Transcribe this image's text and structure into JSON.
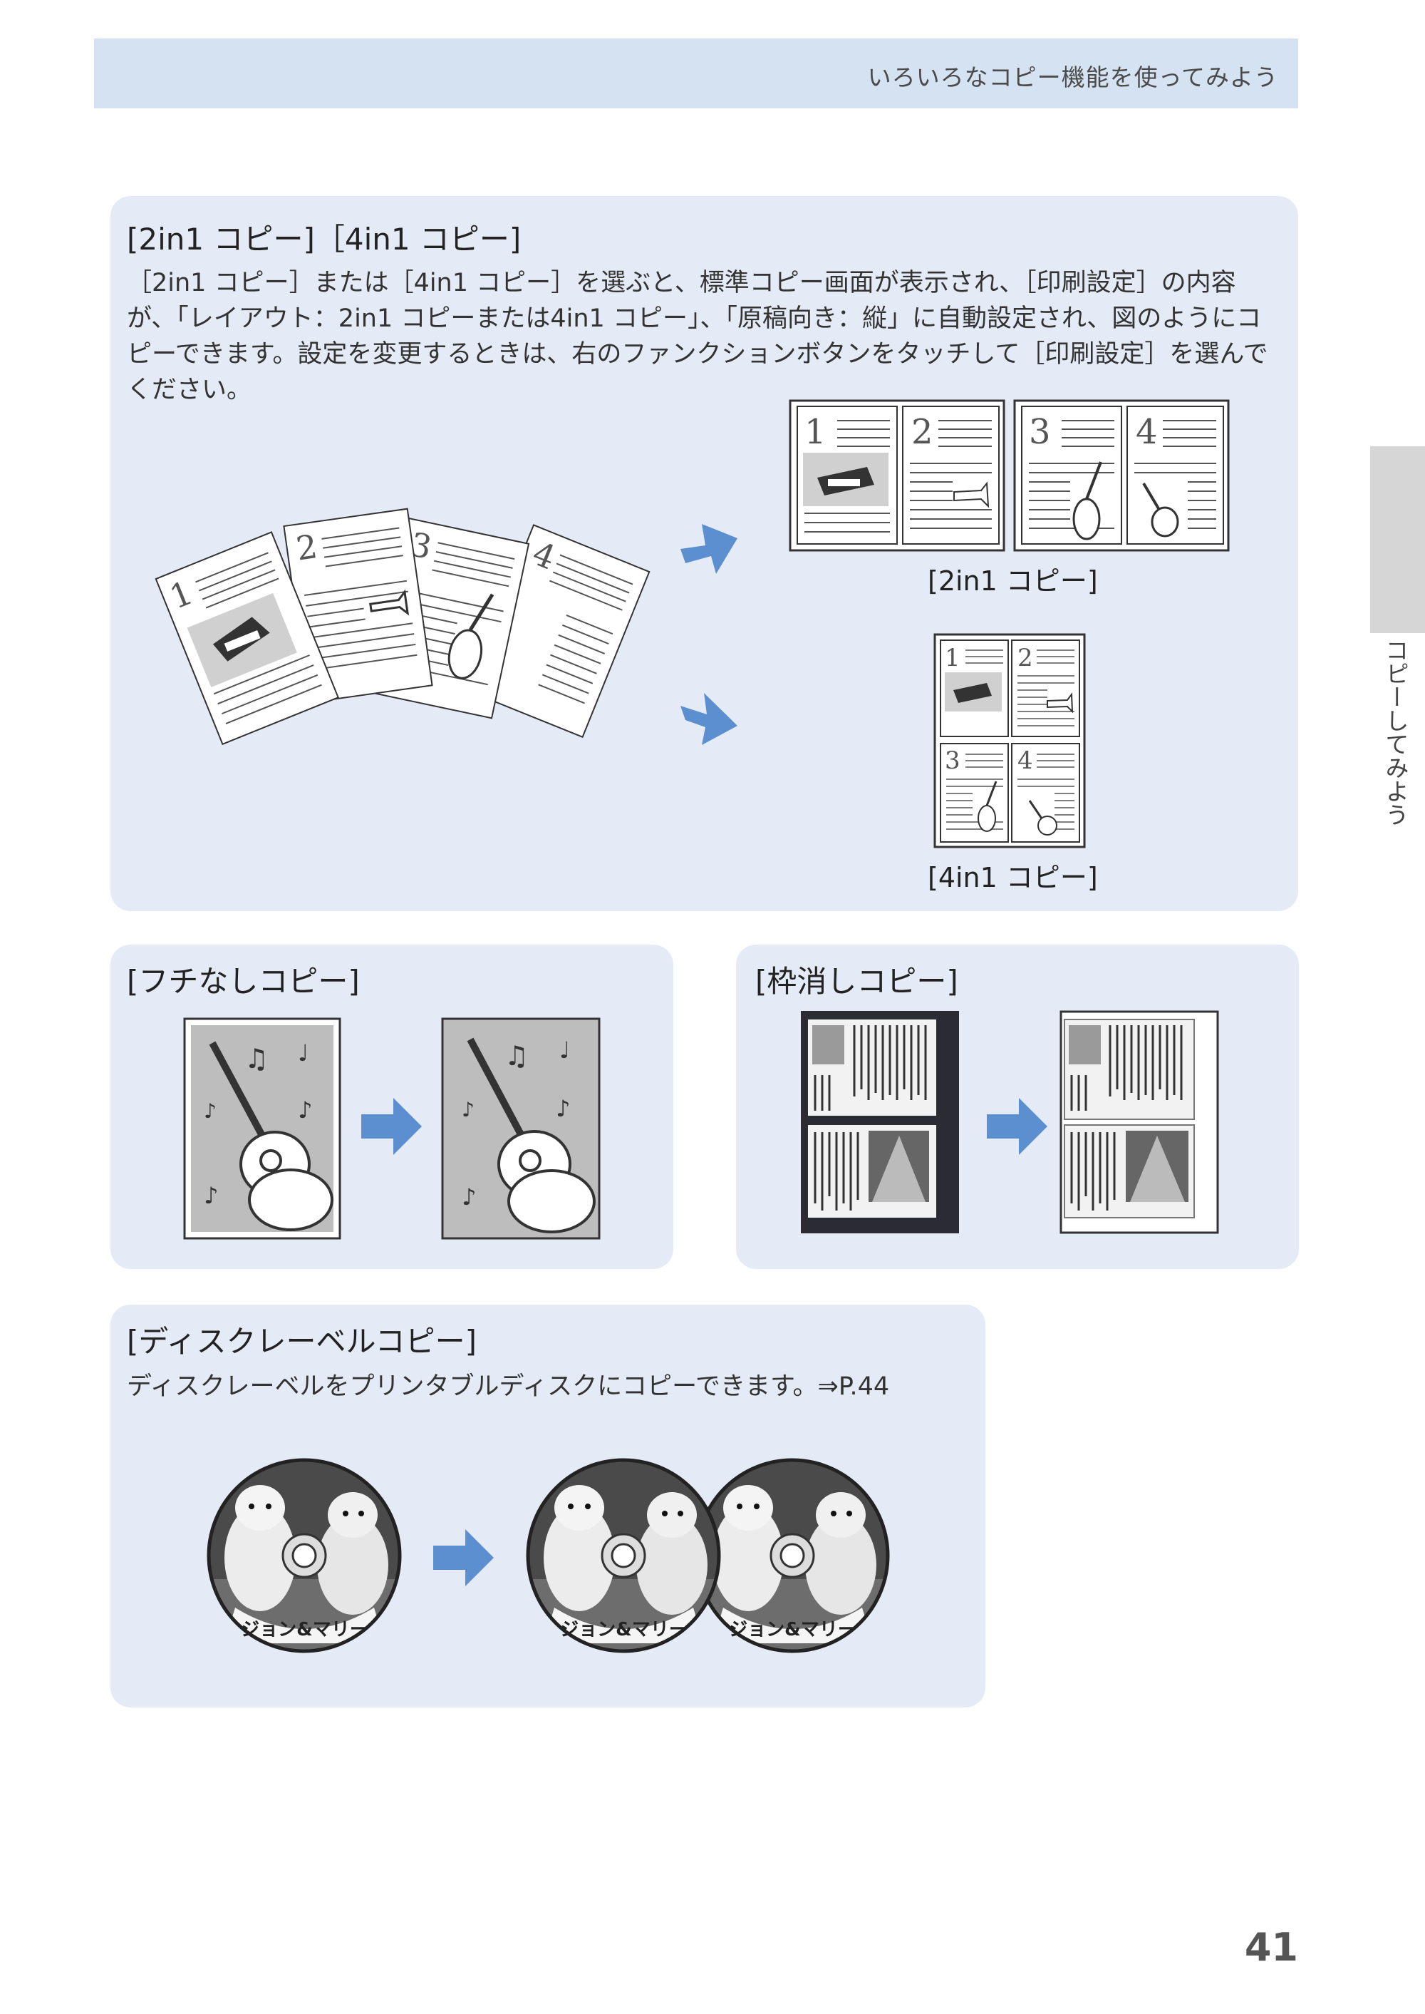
{
  "header": {
    "title": "いろいろなコピー機能を使ってみよう"
  },
  "section_2in1": {
    "title": "[2in1 コピー]［4in1 コピー]",
    "description": "［2in1 コピー］または［4in1 コピー］を選ぶと、標準コピー画面が表示され、［印刷設定］の内容が、「レイアウト：2in1 コピーまたは4in1 コピー」、「原稿向き：縦」に自動設定され、図のようにコピーできます。設定を変更するときは、右のファンクションボタンをタッチして［印刷設定］を選んでください。",
    "caption_2in1": "[2in1 コピー]",
    "caption_4in1": "[4in1 コピー]",
    "page_numbers": [
      "1",
      "2",
      "3",
      "4"
    ]
  },
  "section_borderless": {
    "title": "[フチなしコピー]"
  },
  "section_frame_erase": {
    "title": "[枠消しコピー]"
  },
  "section_disc": {
    "title": "[ディスクレーベルコピー]",
    "description": "ディスクレーベルをプリンタブルディスクにコピーできます。⇒P.44",
    "disc_label": "ジョン&マリー"
  },
  "side_tab": {
    "label": "コピーしてみよう"
  },
  "page_number": "41",
  "colors": {
    "panel": "#e5ebf6",
    "header": "#d5e2f2",
    "arrow": "#5b8fcf"
  }
}
